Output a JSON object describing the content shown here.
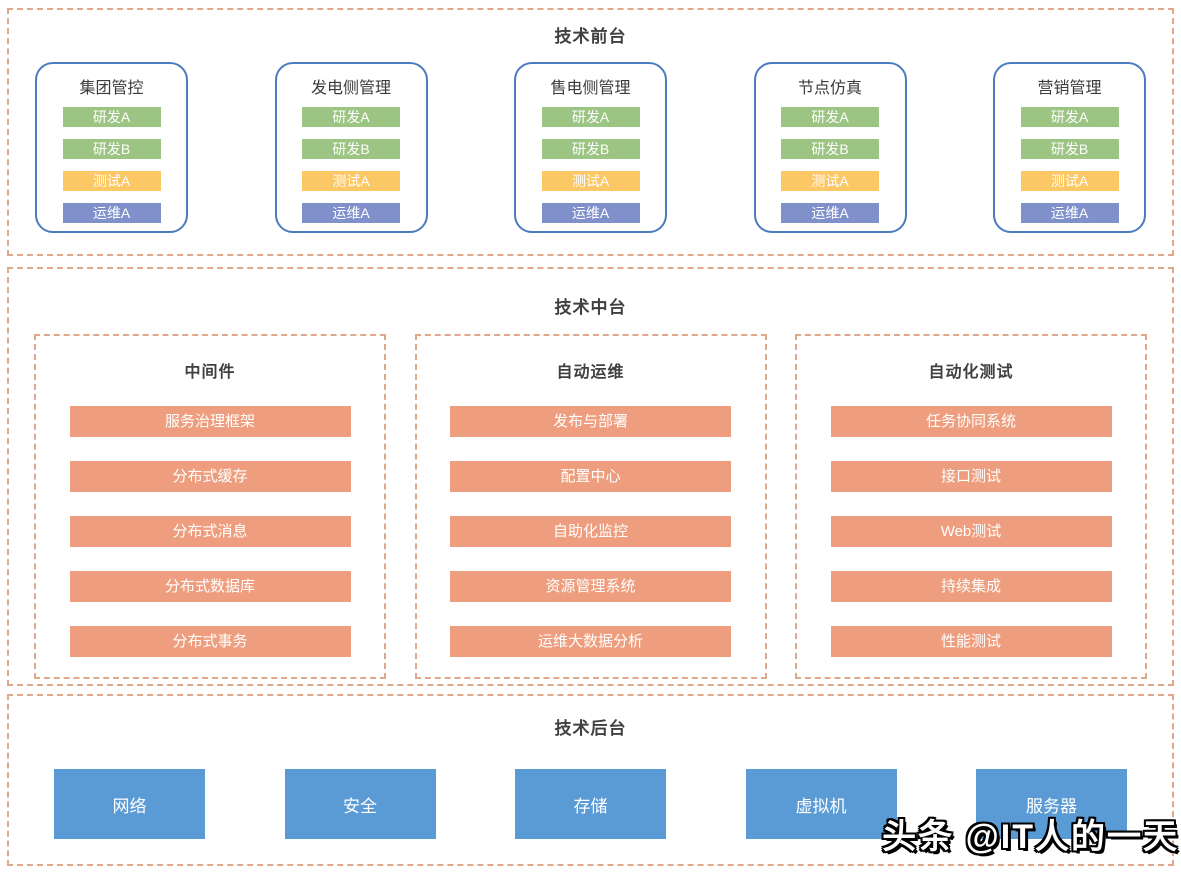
{
  "colors": {
    "section_dashed_border": "#dfa88a",
    "front_box_border": "#4a7cbf",
    "chip_dev_green": "#9cc483",
    "chip_test_yellow": "#fcc865",
    "chip_ops_blue": "#8090cb",
    "middle_bar_salmon": "#ee9e7e",
    "back_box_blue": "#5b9bd5",
    "title_text": "#404040",
    "bar_text": "#ffffff"
  },
  "front": {
    "title": "技术前台",
    "boxes": [
      {
        "title": "集团管控",
        "chips": [
          "研发A",
          "研发B",
          "测试A",
          "运维A"
        ]
      },
      {
        "title": "发电侧管理",
        "chips": [
          "研发A",
          "研发B",
          "测试A",
          "运维A"
        ]
      },
      {
        "title": "售电侧管理",
        "chips": [
          "研发A",
          "研发B",
          "测试A",
          "运维A"
        ]
      },
      {
        "title": "节点仿真",
        "chips": [
          "研发A",
          "研发B",
          "测试A",
          "运维A"
        ]
      },
      {
        "title": "营销管理",
        "chips": [
          "研发A",
          "研发B",
          "测试A",
          "运维A"
        ]
      }
    ],
    "chip_types": [
      "dev",
      "dev",
      "test",
      "ops"
    ]
  },
  "middle": {
    "title": "技术中台",
    "columns": [
      {
        "title": "中间件",
        "bars": [
          "服务治理框架",
          "分布式缓存",
          "分布式消息",
          "分布式数据库",
          "分布式事务"
        ]
      },
      {
        "title": "自动运维",
        "bars": [
          "发布与部署",
          "配置中心",
          "自助化监控",
          "资源管理系统",
          "运维大数据分析"
        ]
      },
      {
        "title": "自动化测试",
        "bars": [
          "任务协同系统",
          "接口测试",
          "Web测试",
          "持续集成",
          "性能测试"
        ]
      }
    ]
  },
  "back": {
    "title": "技术后台",
    "boxes": [
      "网络",
      "安全",
      "存储",
      "虚拟机",
      "服务器"
    ]
  },
  "watermark": "头条 @IT人的一天"
}
